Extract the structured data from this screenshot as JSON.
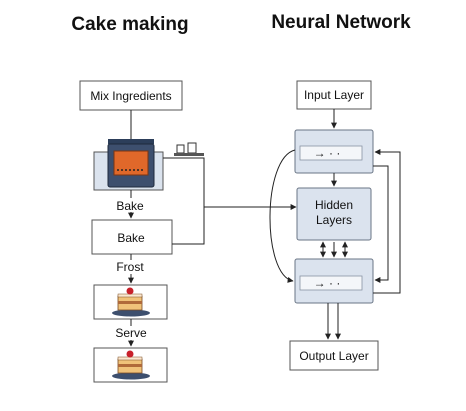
{
  "titles": {
    "cake": "Cake making",
    "nn": "Neural Network"
  },
  "cake": {
    "mix": "Mix Ingredients",
    "bake_edge": "Bake",
    "bake_box": "Bake",
    "frost_edge": "Frost",
    "serve_edge": "Serve"
  },
  "nn": {
    "input": "Input Layer",
    "hidden": [
      "Hidden",
      "Layers"
    ],
    "output": "Output Layer",
    "mini_arrow": "→ · ·"
  },
  "colors": {
    "layer_fill": "#dbe3ee",
    "oven_window": "#e0682a",
    "cake_body": "#f0c27a",
    "cherry": "#c8202a"
  },
  "icons": [
    "oven-icon",
    "laptop-icon",
    "cake-slice-icon"
  ]
}
